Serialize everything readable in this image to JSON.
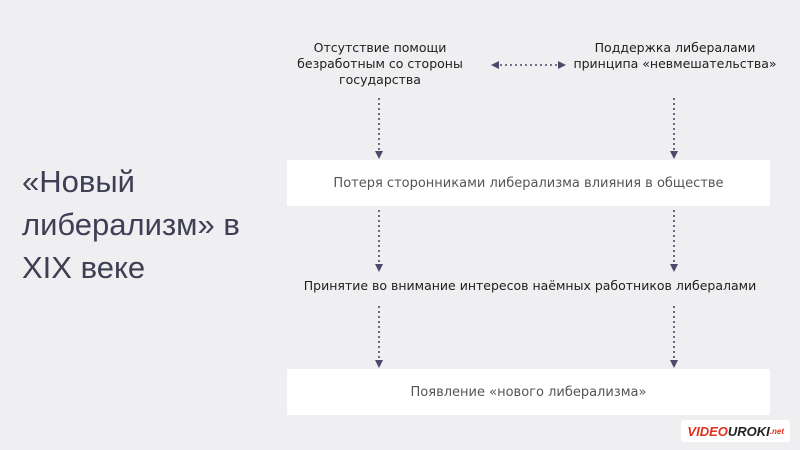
{
  "title": "«Новый либерализм» в XIX веке",
  "top_left_text": "Отсутствие помощи безработным со стороны государства",
  "top_right_text": "Поддержка либералами принципа «невмешательства»",
  "box1_text": "Потеря сторонниками либерализма влияния в обществе",
  "middle_text": "Принятие во внимание интересов наёмных работников либералами",
  "box2_text": "Появление «нового либерализма»",
  "logo": {
    "part1": "VIDEO",
    "part2": "UROKI",
    "suffix": ".net"
  },
  "colors": {
    "arrow": "#4a4a6a",
    "box": "#ffffff",
    "background": "#efeef0",
    "title": "#3e3e55",
    "logo_red": "#e0301e"
  }
}
